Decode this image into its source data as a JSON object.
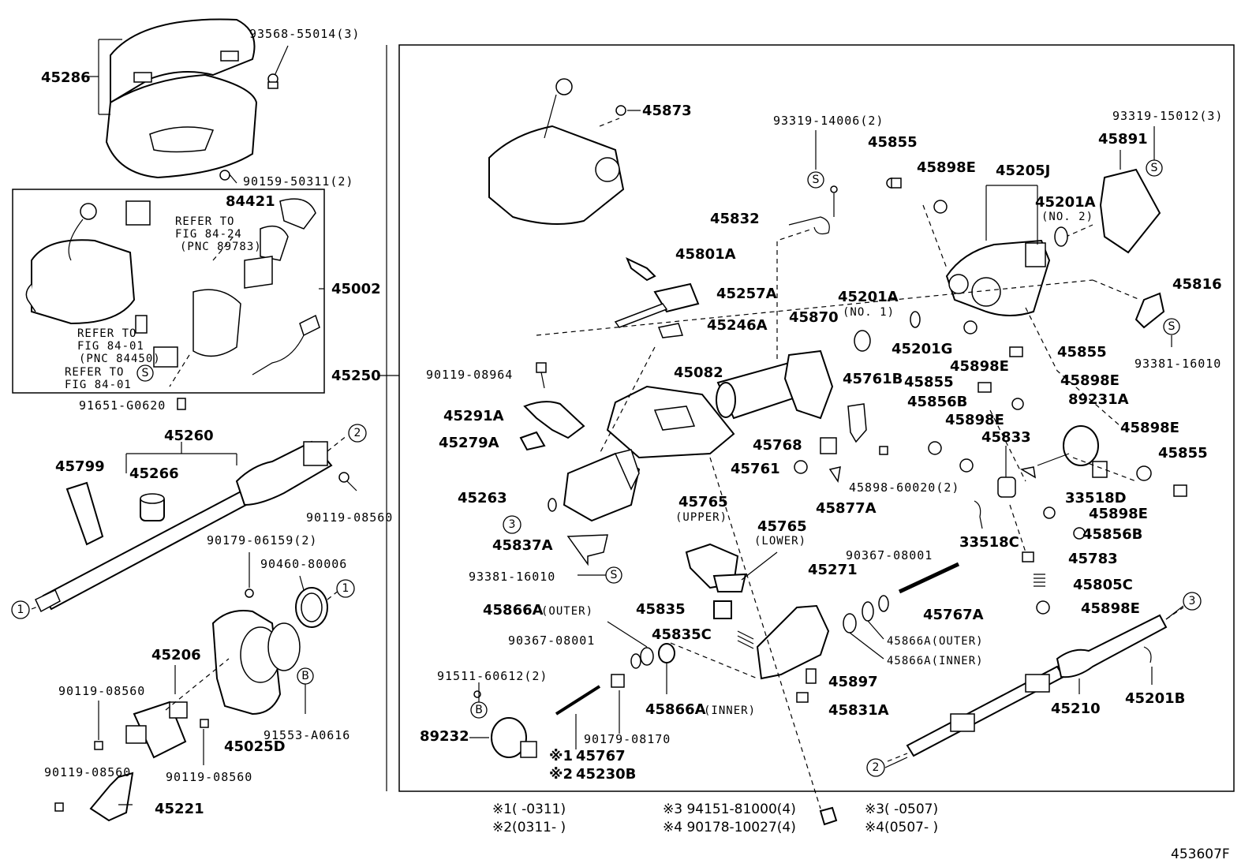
{
  "diagram_id": "453607F",
  "parts": {
    "p45286": "45286",
    "p93568": "93568-55014(3)",
    "p90159": "90159-50311(2)",
    "p84421": "84421",
    "ref1a": "REFER TO",
    "ref1b": "FIG 84-24",
    "ref1c": "(PNC 89783)",
    "p45002": "45002",
    "ref2a": "REFER TO",
    "ref2b": "FIG 84-01",
    "ref2c": "(PNC 84450)",
    "ref3a": "REFER TO",
    "ref3b": "FIG 84-01",
    "p45250": "45250",
    "p91651": "91651-G0620",
    "p45260": "45260",
    "p45799": "45799",
    "p45266": "45266",
    "p90119a": "90119-08560",
    "p90179a": "90179-06159(2)",
    "p90460": "90460-80006",
    "p45206": "45206",
    "p90119b": "90119-08560",
    "p90119c": "90119-08560",
    "p90119d": "90119-08560",
    "p45025D": "45025D",
    "p91553": "91553-A0616",
    "p45221": "45221",
    "p45873": "45873",
    "p93319a": "93319-14006(2)",
    "p45855a": "45855",
    "p45898Ea": "45898E",
    "p45205J": "45205J",
    "p93319b": "93319-15012(3)",
    "p45891": "45891",
    "p45201A2": "45201A",
    "p45201A2n": "(NO. 2)",
    "p45832": "45832",
    "p45801A": "45801A",
    "p45257A": "45257A",
    "p45246A": "45246A",
    "p45201A1": "45201A",
    "p45201A1n": "(NO. 1)",
    "p45870": "45870",
    "p45201G": "45201G",
    "p45816": "45816",
    "p93381a": "93381-16010",
    "p45855b": "45855",
    "p45898Eb": "45898E",
    "p90119e": "90119-08964",
    "p45082": "45082",
    "p45761B": "45761B",
    "p45855c": "45855",
    "p45898Ec": "45898E",
    "p89231A": "89231A",
    "p45291A": "45291A",
    "p45856Ba": "45856B",
    "p45898Ed": "45898E",
    "p45279A": "45279A",
    "p45768": "45768",
    "p45833": "45833",
    "p45898Ee": "45898E",
    "p45855d": "45855",
    "p45761": "45761",
    "p45898_60020": "45898-60020(2)",
    "p33518D": "33518D",
    "p45263": "45263",
    "p45877A": "45877A",
    "p45898Ef": "45898E",
    "p45765u": "45765",
    "p45765un": "(UPPER)",
    "p45765l": "45765",
    "p45765ln": "(LOWER)",
    "p45856Bb": "45856B",
    "p33518C": "33518C",
    "p45837A": "45837A",
    "p45783": "45783",
    "p93381b": "93381-16010",
    "p90367a": "90367-08001",
    "p45271": "45271",
    "p45805C": "45805C",
    "p45866Aa": "45866A",
    "p45866Aan": "(OUTER)",
    "p45835": "45835",
    "p45767A": "45767A",
    "p45898Eg": "45898E",
    "p90367b": "90367-08001",
    "p45835C": "45835C",
    "p45866Ab": "45866A(OUTER)",
    "p45866Ac": "45866A(INNER)",
    "p91511": "91511-60612(2)",
    "p45897": "45897",
    "p45866Ad": "45866A",
    "p45866Adn": "(INNER)",
    "p45831A": "45831A",
    "p45210": "45210",
    "p45201B": "45201B",
    "p89232": "89232",
    "p90179b": "90179-08170",
    "p45767": "45767",
    "p45230B": "45230B",
    "m1": "※1",
    "m2": "※2"
  },
  "circle_marks": {
    "c1": "1",
    "c2": "2",
    "c3": "3",
    "s": "S",
    "b": "B"
  },
  "footnotes": {
    "n1": "※1(   -0311)",
    "n2": "※2(0311-   )",
    "n3": "※3 94151-81000(4)",
    "n4": "※4 90178-10027(4)",
    "n5": "※3(       -0507)",
    "n6": "※4(0507-       )"
  }
}
